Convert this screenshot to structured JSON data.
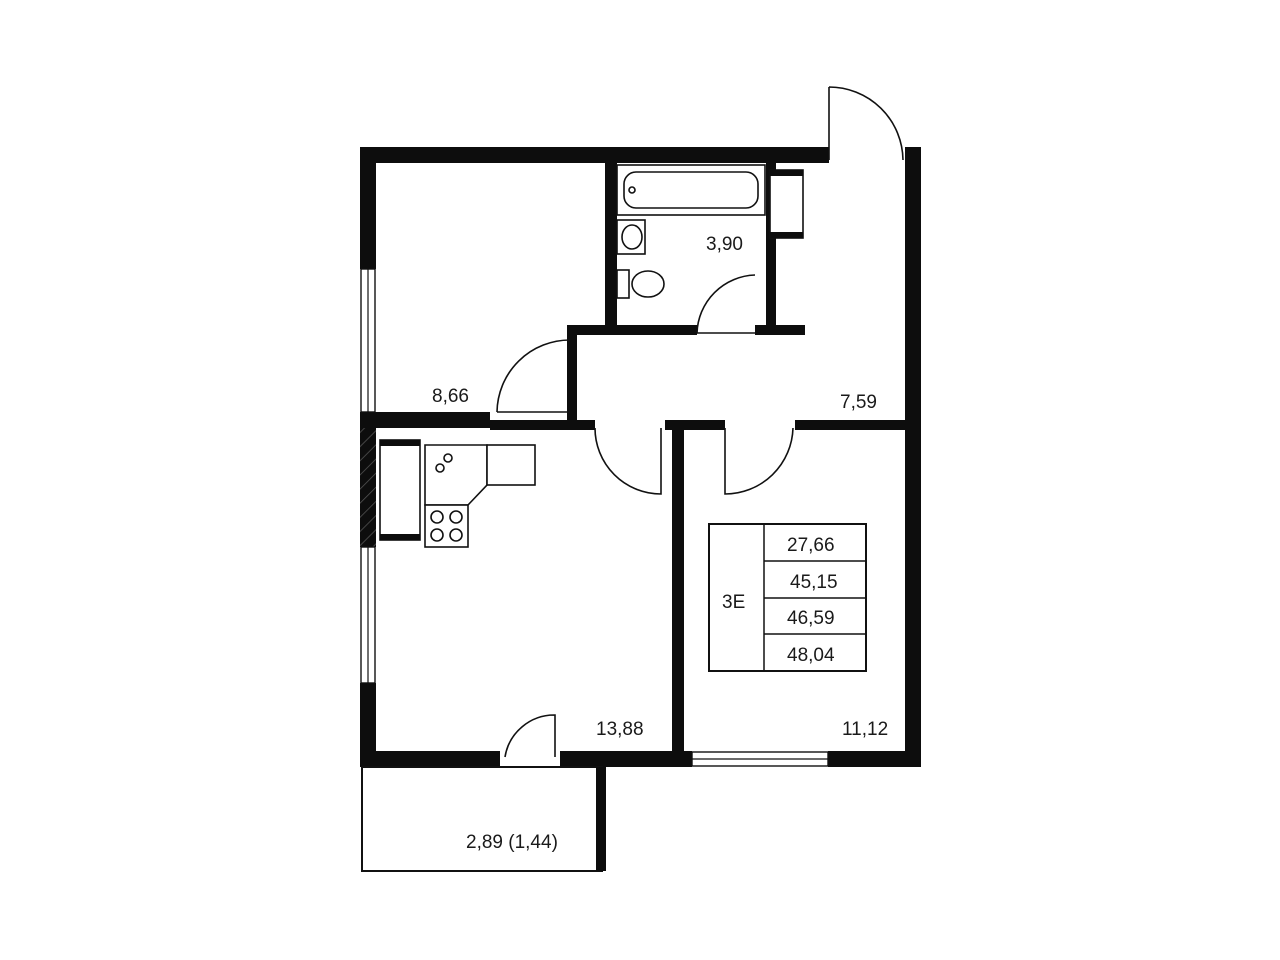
{
  "rooms": {
    "bedroom_top": "8,66",
    "bathroom": "3,90",
    "hallway": "7,59",
    "kitchen_living": "13,88",
    "bedroom_right": "11,12",
    "balcony": "2,89 (1,44)"
  },
  "summary": {
    "apartment_type": "3E",
    "areas": [
      "27,66",
      "45,15",
      "46,59",
      "48,04"
    ]
  },
  "colors": {
    "wall": "#0d0d0d",
    "background": "#ffffff"
  }
}
